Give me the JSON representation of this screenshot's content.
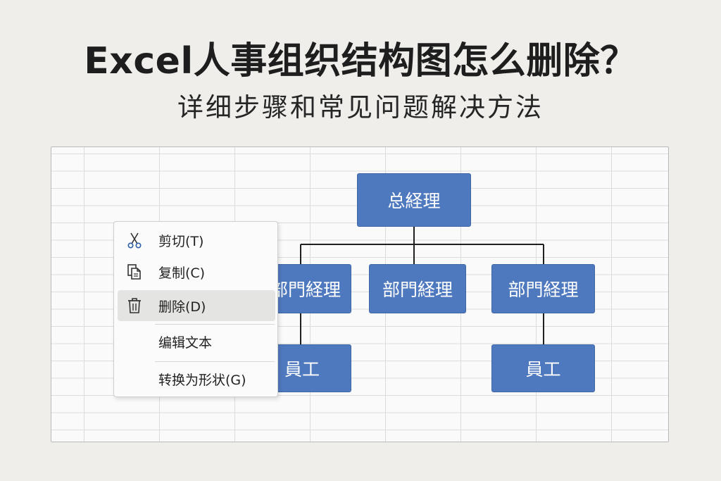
{
  "header": {
    "title": "Excel人事组织结构图怎么删除？",
    "subtitle": "详细步骤和常见问题解决方法"
  },
  "org_chart": {
    "top": "总経理",
    "departments": [
      {
        "label": "部門経理",
        "employee": "員工"
      },
      {
        "label": "部門経理",
        "employee": null
      },
      {
        "label": "部門経理",
        "employee": "員工"
      }
    ]
  },
  "context_menu": {
    "items": [
      {
        "label": "剪切(T)",
        "icon": "scissors-icon"
      },
      {
        "label": "复制(C)",
        "icon": "copy-icon"
      },
      {
        "label": "删除(D)",
        "icon": "trash-icon",
        "highlighted": true
      },
      {
        "label": "编辑文本",
        "icon": null
      },
      {
        "label": "转换为形状(G)",
        "icon": null
      }
    ]
  },
  "colors": {
    "box_fill": "#4f79be",
    "box_text": "#ffffff",
    "connector": "#1f1f1f",
    "background": "#efeeeb",
    "menu_highlight": "#e4e4e2"
  }
}
